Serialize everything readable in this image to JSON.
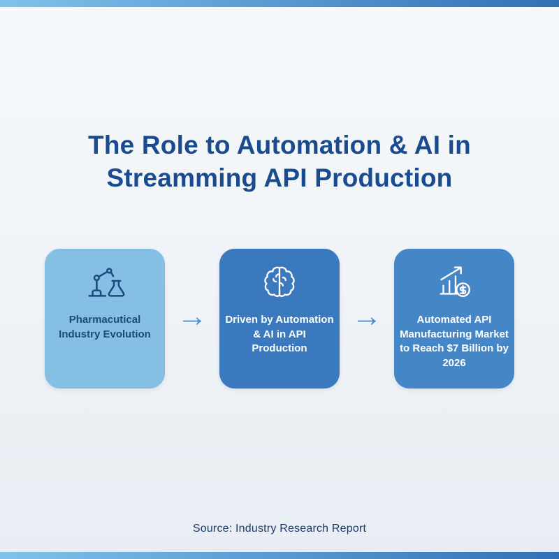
{
  "theme": {
    "accent": "#1b4b8f",
    "card_light_bg": "#85bfe4",
    "card_dark_bg_1": "#3a79bd",
    "card_dark_bg_2": "#4486c6",
    "arrow_color": "#4a90d4",
    "footer_color": "#1f3a68",
    "edge_bar_gradient": [
      "#7fc3ec",
      "#3070b6"
    ]
  },
  "header": {
    "title_line1": "The Role to Automation & AI in",
    "title_line2": "Streamming API Production"
  },
  "flow": {
    "arrow_glyph": "→",
    "cards": [
      {
        "icon": "robot-arm-flask-icon",
        "label": "Pharmacutical Industry Evolution",
        "variant": "light"
      },
      {
        "icon": "brain-icon",
        "label": "Driven by Automation & AI in API Production",
        "variant": "dark"
      },
      {
        "icon": "market-growth-icon",
        "label": "Automated API Manufacturing Market to Reach $7 Billion by 2026",
        "variant": "dark"
      }
    ]
  },
  "footer": {
    "source": "Source: Industry Research Report"
  }
}
